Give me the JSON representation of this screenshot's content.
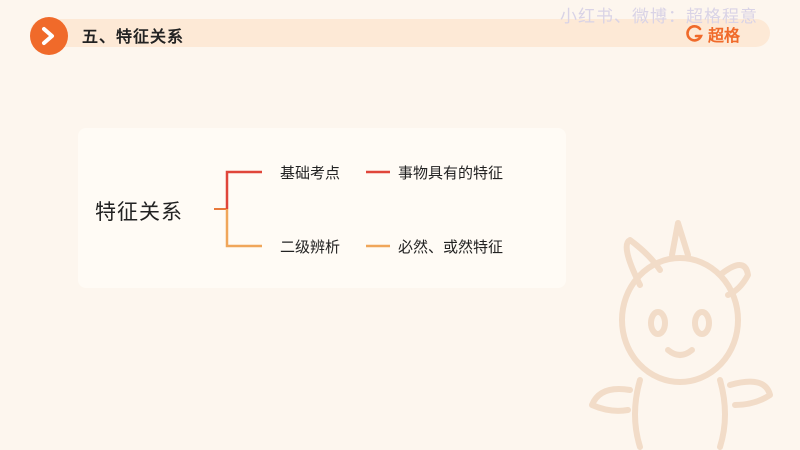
{
  "header": {
    "title": "五、特征关系",
    "watermark": "小红书、微博：超格程意",
    "brand": "超格"
  },
  "diagram": {
    "root": "特征关系",
    "branches": [
      {
        "label": "基础考点",
        "leaf": "事物具有的特征",
        "color": "#e0453a"
      },
      {
        "label": "二级辨析",
        "leaf": "必然、或然特征",
        "color": "#f0a65a"
      }
    ]
  },
  "colors": {
    "accent": "#f06a2a",
    "header_bar": "#fde9d6",
    "background": "#fdf6ee"
  },
  "icons": [
    "chevron-right-icon",
    "brand-logo-icon",
    "mascot-unicorn-icon"
  ]
}
